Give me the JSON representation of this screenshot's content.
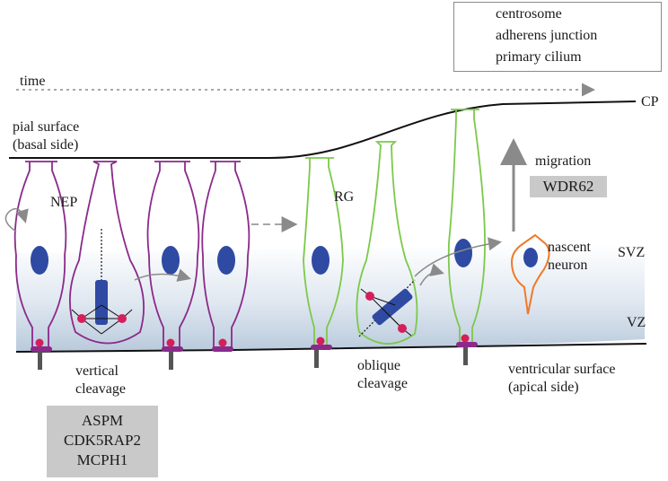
{
  "legend": {
    "centrosome": "centrosome",
    "adherens_junction": "adherens junction",
    "primary_cilium": "primary cilium"
  },
  "labels": {
    "time": "time",
    "cp": "CP",
    "pial_line1": "pial surface",
    "pial_line2": "(basal side)",
    "nep": "NEP",
    "rg": "RG",
    "migration": "migration",
    "svz": "SVZ",
    "vz": "VZ",
    "nascent_line1": "nascent",
    "nascent_line2": "neuron",
    "vertical_line1": "vertical",
    "vertical_line2": "cleavage",
    "oblique_line1": "oblique",
    "oblique_line2": "cleavage",
    "ventricular_line1": "ventricular surface",
    "ventricular_line2": "(apical side)"
  },
  "genes": {
    "wdr62": "WDR62",
    "box": [
      "ASPM",
      "CDK5RAP2",
      "MCPH1"
    ]
  },
  "colors": {
    "nep": "#8b2a8b",
    "rg": "#7cc94a",
    "neuron": "#ef7a2a",
    "nucleus": "#2e4aa3",
    "centrosome": "#d41f5a",
    "cilium": "#555555",
    "zone": "#c9d7e6"
  }
}
